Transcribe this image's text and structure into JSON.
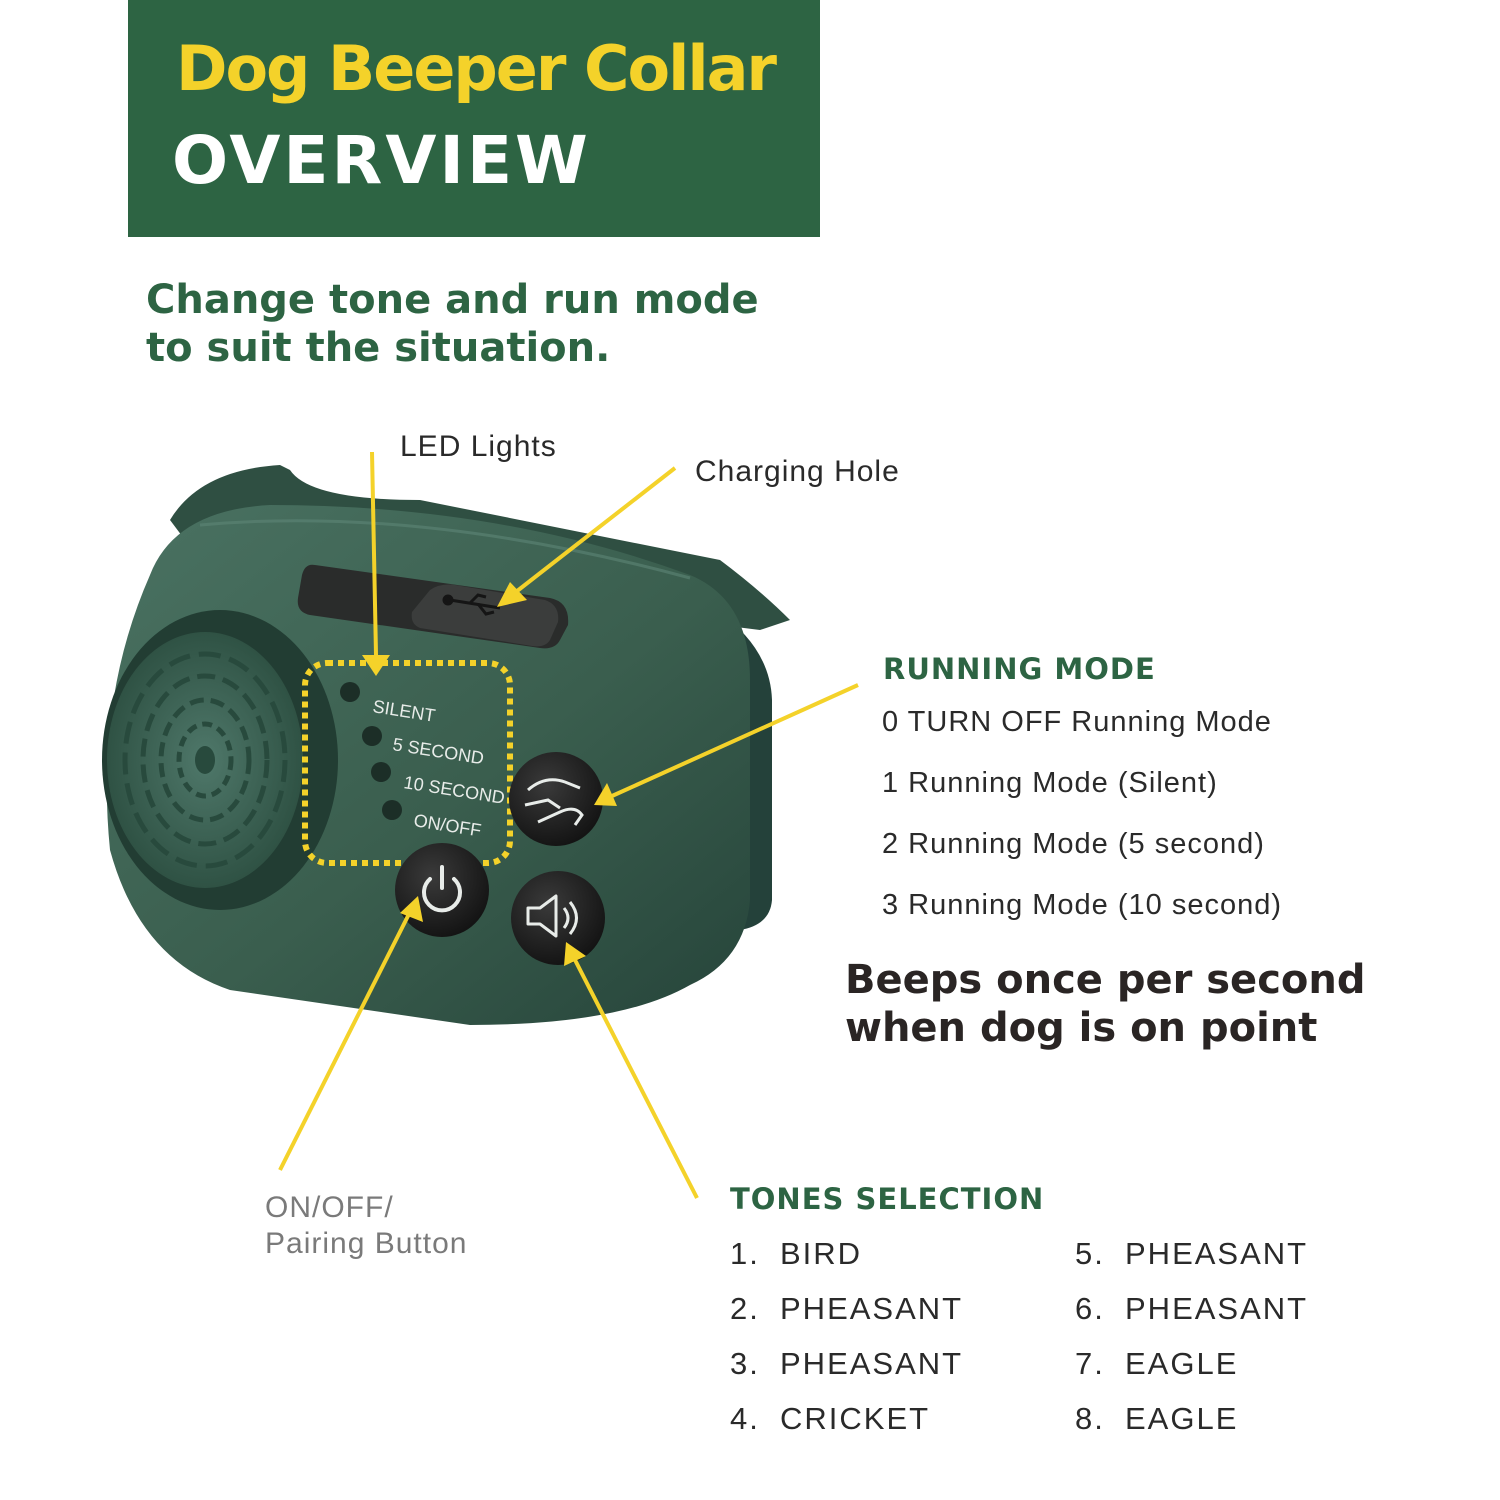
{
  "banner": {
    "title": "Dog Beeper Collar",
    "subtitle": "OVERVIEW"
  },
  "tagline": {
    "line1": "Change tone and run mode",
    "line2": "to suit the situation."
  },
  "callouts": {
    "led_lights": "LED Lights",
    "charging_hole": "Charging Hole",
    "power_button_line1": "ON/OFF/",
    "power_button_line2": "Pairing Button"
  },
  "device_labels": {
    "silent": "SILENT",
    "five_second": "5 SECOND",
    "ten_second": "10 SECOND",
    "on_off": "ON/OFF"
  },
  "running_mode": {
    "title": "RUNNING MODE",
    "items": [
      "0 TURN OFF Running Mode",
      "1 Running Mode (Silent)",
      "2 Running Mode (5 second)",
      "3 Running Mode (10 second)"
    ]
  },
  "beeps": {
    "line1": "Beeps once per second",
    "line2": "when dog is on point"
  },
  "tones": {
    "title": "TONES SELECTION",
    "items": [
      {
        "num": "1.",
        "name": "BIRD"
      },
      {
        "num": "2.",
        "name": "PHEASANT"
      },
      {
        "num": "3.",
        "name": "PHEASANT"
      },
      {
        "num": "4.",
        "name": "CRICKET"
      },
      {
        "num": "5.",
        "name": "PHEASANT"
      },
      {
        "num": "6.",
        "name": "PHEASANT"
      },
      {
        "num": "7.",
        "name": "EAGLE"
      },
      {
        "num": "8.",
        "name": "EAGLE"
      }
    ]
  },
  "colors": {
    "brand_green": "#2d6443",
    "accent_yellow": "#f4d22a",
    "device_green": "#3c5e4e"
  },
  "icons": [
    "usb-icon",
    "power-icon",
    "hand-dog-icon",
    "speaker-icon",
    "speaker-grille-icon"
  ]
}
